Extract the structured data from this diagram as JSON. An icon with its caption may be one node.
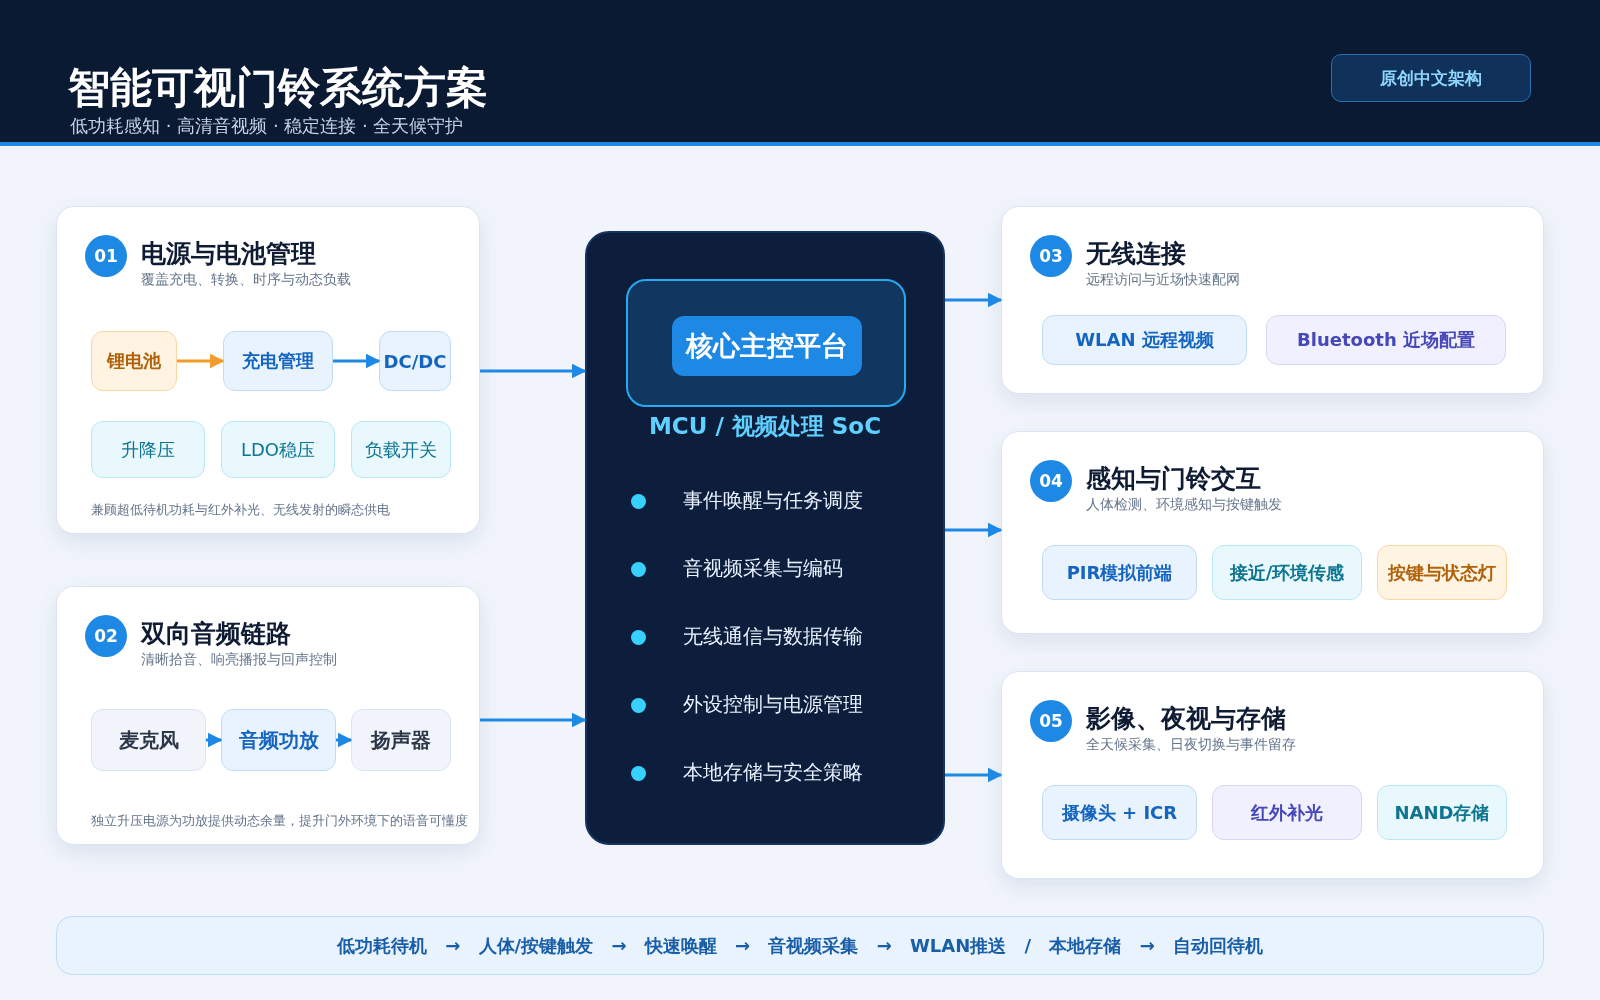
{
  "diagram": {
    "title": "智能可视门铃系统方案",
    "nodes": [
      {
        "text": [
          "01",
          "电源与电池管理",
          "覆盖充电、转换、时序与动态负载",
          "兼顾超低待机功耗与红外补光、无线发射的瞬态供电"
        ]
      },
      {
        "text": [
          "锂电池"
        ],
        "in": 0
      },
      {
        "text": [
          "充电管理"
        ],
        "in": 0
      },
      {
        "text": [
          "DC/DC"
        ],
        "in": 0
      },
      {
        "text": [
          "升降压"
        ],
        "in": 0
      },
      {
        "text": [
          "LDO稳压"
        ],
        "in": 0
      },
      {
        "text": [
          "负载开关"
        ],
        "in": 0
      },
      {
        "text": [
          "02",
          "双向音频链路",
          "清晰拾音、响亮播报与回声控制",
          "独立升压电源为功放提供动态余量，提升门外环境下的语音可懂度"
        ]
      },
      {
        "text": [
          "麦克风"
        ],
        "in": 7
      },
      {
        "text": [
          "音频功放"
        ],
        "in": 7
      },
      {
        "text": [
          "扬声器"
        ],
        "in": 7
      },
      {
        "text": [
          "MCU / 视频处理 SoC",
          "事件唤醒与任务调度",
          "音视频采集与编码",
          "无线通信与数据传输",
          "外设控制与电源管理",
          "本地存储与安全策略"
        ]
      },
      {
        "text": [],
        "shape": "box",
        "in": 11
      },
      {
        "text": [
          "核心主控平台"
        ],
        "in": 12
      },
      {
        "text": [
          "03",
          "无线连接",
          "远程访问与近场快速配网"
        ]
      },
      {
        "text": [
          "WLAN 远程视频"
        ],
        "in": 14
      },
      {
        "text": [
          "Bluetooth 近场配置"
        ],
        "in": 14
      },
      {
        "text": [
          "04",
          "感知与门铃交互",
          "人体检测、环境感知与按键触发"
        ]
      },
      {
        "text": [
          "PIR模拟前端"
        ],
        "in": 17
      },
      {
        "text": [
          "接近/环境传感"
        ],
        "in": 17
      },
      {
        "text": [
          "按键与状态灯"
        ],
        "in": 17
      },
      {
        "text": [
          "05",
          "影像、夜视与存储",
          "全天候采集、日夜切换与事件留存"
        ]
      },
      {
        "text": [
          "摄像头 + ICR"
        ],
        "in": 21
      },
      {
        "text": [
          "红外补光"
        ],
        "in": 21
      },
      {
        "text": [
          "NAND存储"
        ],
        "in": 21
      },
      {
        "text": [
          "低功耗待机 → 人体/按键触发 → 快速唤醒 → 音视频采集 → WLAN推送 / 本地存储 → 自动回待机"
        ]
      },
      {
        "text": [
          "原创中文架构"
        ]
      }
    ],
    "edges": [
      {
        "from": 1,
        "to": 2,
        "arrow": "to",
        "color": "#f39c2a"
      },
      {
        "from": 2,
        "to": 3,
        "arrow": "to"
      },
      {
        "from": 8,
        "to": 9,
        "arrow": "to"
      },
      {
        "from": 9,
        "to": 10,
        "arrow": "to"
      },
      {
        "from": 0,
        "to": 11,
        "arrow": "to"
      },
      {
        "from": 7,
        "to": 11,
        "arrow": "to"
      },
      {
        "from": 11,
        "to": 14,
        "arrow": "to"
      },
      {
        "from": 11,
        "to": 17,
        "arrow": "to"
      },
      {
        "from": 11,
        "to": 21,
        "arrow": "to"
      }
    ],
    "labels": [
      "低功耗感知 · 高清音视频 · 稳定连接 · 全天候守护"
    ]
  }
}
